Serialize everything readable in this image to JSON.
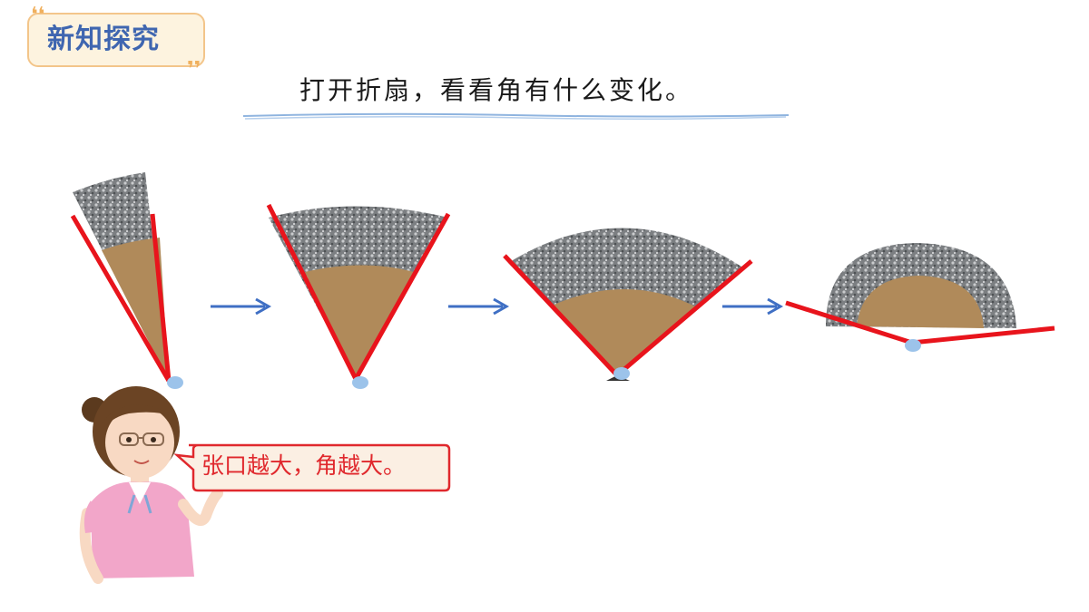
{
  "section_tag": {
    "label": "新知探究"
  },
  "title": "打开折扇，看看角有什么变化。",
  "speech_bubble": {
    "text": "张口越大，角越大。"
  },
  "colors": {
    "angle_side": "#e8141c",
    "vertex_dot": "#9cc3ea",
    "arrow": "#3f6fc4",
    "fan_paper": "#8a8d8f",
    "fan_ribs": "#b08a5a",
    "tag_text": "#3f66b0"
  },
  "illustrations": {
    "fans": [
      "fan-closed",
      "fan-small-open",
      "fan-half-open",
      "fan-wide-open"
    ],
    "teacher": "teacher-illustration"
  }
}
